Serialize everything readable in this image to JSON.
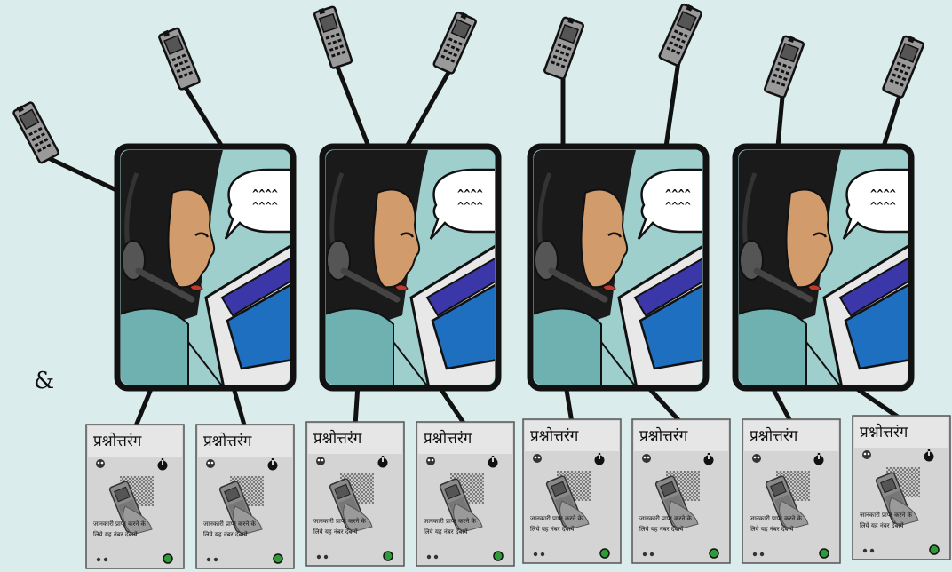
{
  "ampersand": "&",
  "speech_bubble_text": [
    "^^^^",
    "^^^^"
  ],
  "poster": {
    "title": "प्रश्नोत्तरंग",
    "body_line_1": "जानकारी प्राप्त करने के",
    "body_line_2": "लिये यह नंबर दबायें"
  },
  "colors": {
    "background": "#daeceb",
    "frame": "#111111",
    "panel_bg": "#9fcfcd",
    "hair": "#1a1a1a",
    "skin": "#d29b6c",
    "screen": "#1f6fc0",
    "screen_stripe": "#3b37a8",
    "poster_bg": "#d4d4d4",
    "phone_body": "#8a8a8a",
    "indicator_green": "#2f9a3a"
  },
  "icons": [
    "mobile-phone-icon",
    "smiley-icon",
    "power-icon",
    "indicator-dot-icon"
  ]
}
